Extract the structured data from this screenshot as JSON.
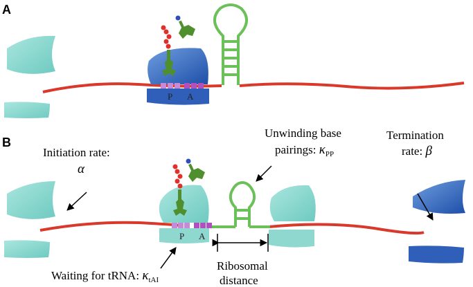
{
  "panel_a": {
    "label": "A",
    "site_p": "P",
    "site_a": "A"
  },
  "panel_b": {
    "label": "B",
    "initiation_line1": "Initiation rate:",
    "initiation_symbol": "α",
    "unwinding_line1": "Unwinding base",
    "unwinding_line2_text": "pairings: ",
    "unwinding_kappa": "κ",
    "unwinding_sub": "PP",
    "termination_line1": "Termination",
    "termination_line2_text": "rate: ",
    "termination_symbol": "β",
    "waiting_text": "Waiting for tRNA: ",
    "waiting_kappa": "κ",
    "waiting_sub": "tAI",
    "ribosomal_line1": "Ribosomal",
    "ribosomal_line2": "distance",
    "site_p": "P",
    "site_a": "A"
  },
  "colors": {
    "mrna": "#d9392b",
    "hairpin": "#6cc05a",
    "ribosome_teal": "#8fd8cf",
    "ribosome_blue": "#2f5fb8",
    "trna_green": "#4f8f2e",
    "amino_red": "#e0302a",
    "codon_pink": "#c58ad8"
  }
}
